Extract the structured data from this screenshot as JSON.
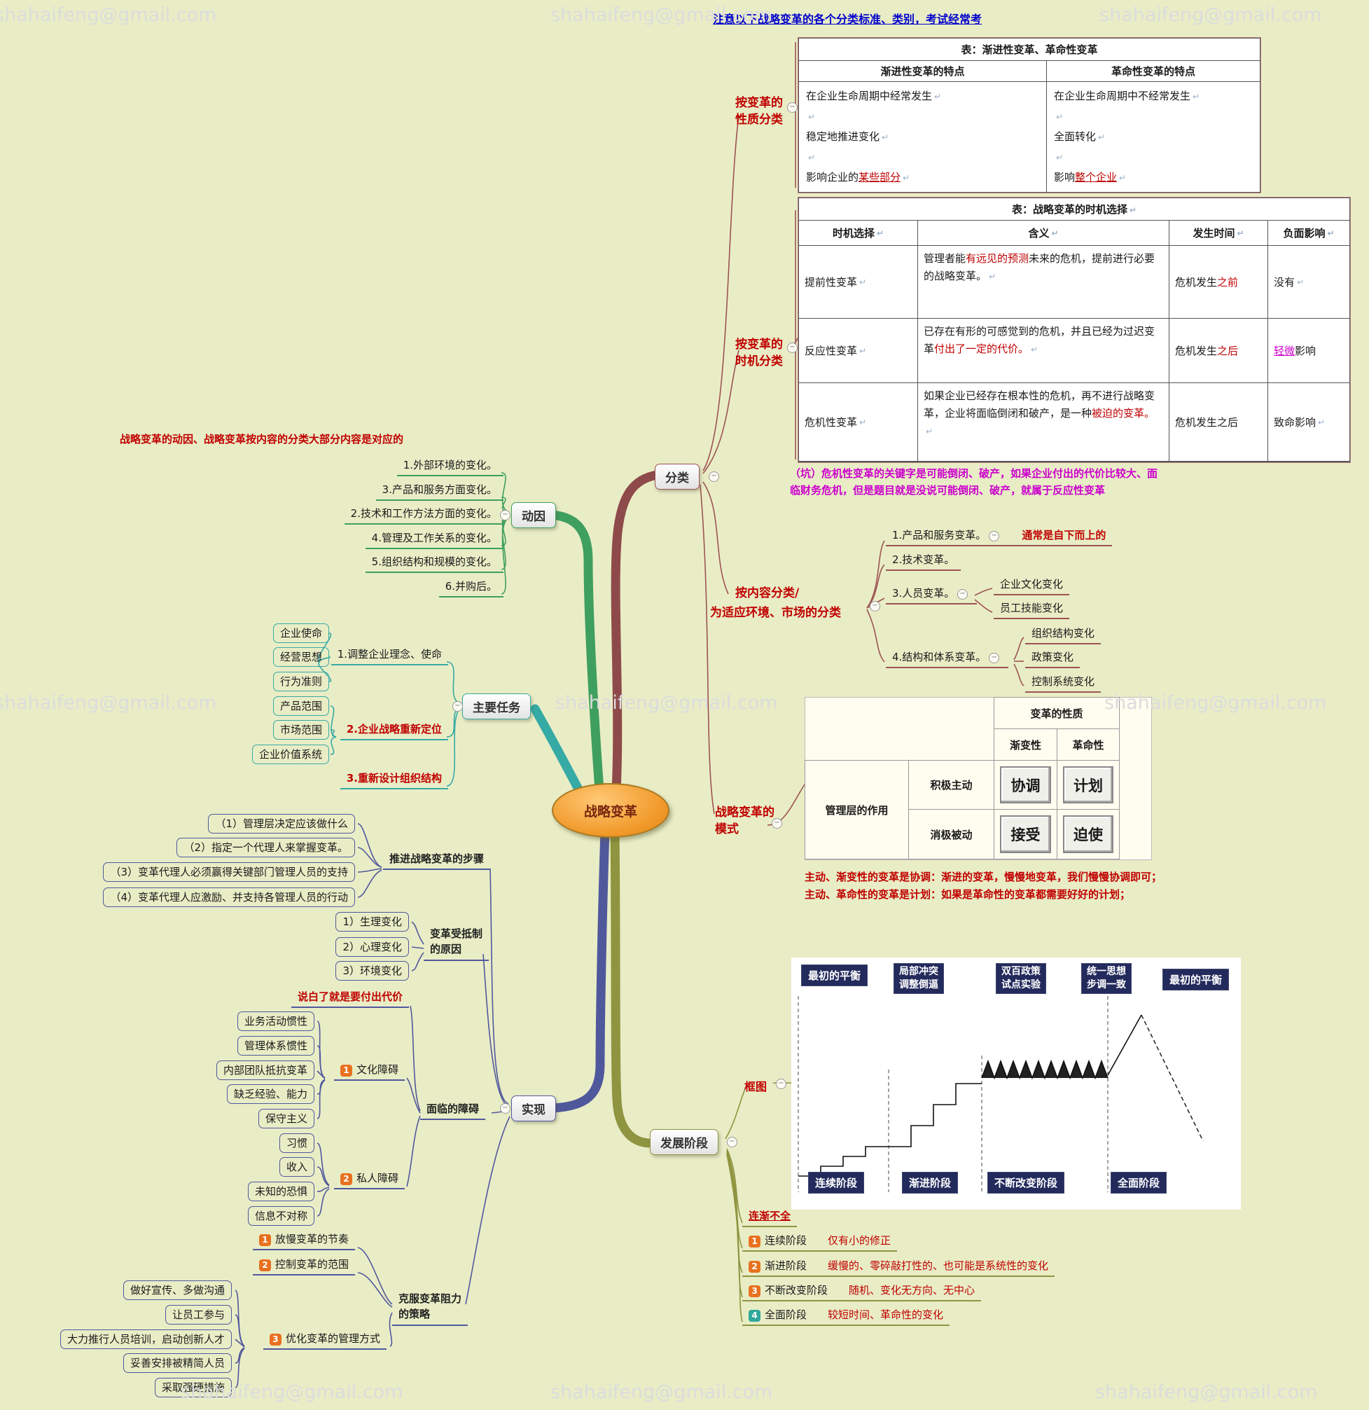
{
  "watermark": "shahaifeng@gmail.com",
  "icons": {
    "collapse": "−",
    "ret": "↵"
  },
  "colors": {
    "maroon": "#9d5353",
    "green": "#3f9f5e",
    "teal": "#36aaa5",
    "navy": "#50589c",
    "olive": "#8f9440",
    "red": "#c00000",
    "magenta": "#cc00cc",
    "blue": "#0000cc",
    "orange": "#f19a2b"
  },
  "top_note": "注意以下战略变革的各个分类标准、类别，考试经常考",
  "center": {
    "title": "战略变革"
  },
  "nodes": {
    "fenlei": "分类",
    "dongyin": "动因",
    "renwu": "主要任务",
    "shixian": "实现",
    "fazhan": "发展阶段"
  },
  "fenlei": {
    "xingzhi": {
      "l1": "按变革的",
      "l2": "性质分类"
    },
    "t1": {
      "title": "表：渐进性变革、革命性变革",
      "h1": "渐进性变革的特点",
      "h2": "革命性变革的特点",
      "left": {
        "r1": "在企业生命周期中经常发生",
        "r2": "稳定地推进变化",
        "r3pre": "影响企业的",
        "r3red": "某些部分"
      },
      "right": {
        "r1": "在企业生命周期中不经常发生",
        "r2": "全面转化",
        "r3pre": "影响",
        "r3red": "整个企业"
      }
    },
    "shiji": {
      "l1": "按变革的",
      "l2": "时机分类"
    },
    "t2": {
      "title": "表：战略变革的时机选择",
      "h": [
        "时机选择",
        "含义",
        "发生时间",
        "负面影响"
      ],
      "rows": [
        {
          "name": "提前性变革",
          "m1": "管理者能",
          "mred": "有远见的预测",
          "m2": "未来的危机，提前进行必要的战略变革。",
          "t1": "危机发生",
          "tred": "之前",
          "ired": "",
          "i1": "没有"
        },
        {
          "name": "反应性变革",
          "m1": "已存在有形的可感觉到的危机，并且已经为过迟变革",
          "mred": "付出了一定的代价。",
          "m2": "",
          "t1": "危机发生",
          "tred": "之后",
          "ired": "轻微",
          "i1": "影响"
        },
        {
          "name": "危机性变革",
          "m1": "如果企业已经存在根本性的危机，再不进行战略变革，企业将面临倒闭和破产，是一种",
          "mred": "被迫的变革。",
          "m2": "",
          "t1": "危机发生之后",
          "tred": "",
          "ired": "",
          "i1": "致命影响"
        }
      ]
    },
    "keng": "（坑）危机性变革的关键字是可能倒闭、破产，如果企业付出的代价比较大、面临财务危机，但是题目就是没说可能倒闭、破产，就属于反应性变革",
    "neirong": {
      "l1": "按内容分类/",
      "l2": "为适应环境、市场的分类",
      "i1": "1.产品和服务变革。",
      "i1note": "通常是自下而上的",
      "i2": "2.技术变革。",
      "i3": "3.人员变革。",
      "i3subs": [
        "企业文化变化",
        "员工技能变化"
      ],
      "i4": "4.结构和体系变革。",
      "i4subs": [
        "组织结构变化",
        "政策变化",
        "控制系统变化"
      ]
    },
    "moshi": {
      "l1": "战略变革的",
      "l2": "模式",
      "m": {
        "top": "变革的性质",
        "c1": "渐变性",
        "c2": "革命性",
        "rh": "管理层的作用",
        "r1": "积极主动",
        "r1c1": "协调",
        "r1c2": "计划",
        "r2": "消极被动",
        "r2c1": "接受",
        "r2c2": "迫使"
      },
      "note1": "主动、渐变性的变革是协调：渐进的变革，慢慢地变革，我们慢慢协调即可；",
      "note2": "主动、革命性的变革是计划：如果是革命性的变革都需要好好的计划；"
    }
  },
  "dongyin": {
    "note": "战略变革的动因、战略变革按内容的分类大部分内容是对应的",
    "items": [
      "1.外部环境的变化。",
      "3.产品和服务方面变化。",
      "2.技术和工作方法方面的变化。",
      "4.管理及工作关系的变化。",
      "5.组织结构和规模的变化。",
      "6.并购后。"
    ]
  },
  "renwu": {
    "g1label": "1.调整企业理念、使命",
    "g1": [
      "企业使命",
      "经营思想",
      "行为准则"
    ],
    "g2label": "2.企业战略重新定位",
    "g2": [
      "产品范围",
      "市场范围",
      "企业价值系统"
    ],
    "g3label": "3.重新设计组织结构"
  },
  "shixian": {
    "steps_label": "推进战略变革的步骤",
    "steps": [
      "（1）管理层决定应该做什么",
      "（2）指定一个代理人来掌握变革。",
      "（3）变革代理人必须赢得关键部门管理人员的支持",
      "（4）变革代理人应激励、并支持各管理人员的行动"
    ],
    "dizhi": {
      "l1": "变革受抵制",
      "l2": "的原因",
      "items": [
        "1）生理变化",
        "2）心理变化",
        "3）环境变化"
      ]
    },
    "zhangai": {
      "label": "面临的障碍",
      "note": "说白了就是要付出代价",
      "b1n": "1",
      "b1": "文化障碍",
      "wenhua": [
        "业务活动惯性",
        "管理体系惯性",
        "内部团队抵抗变革",
        "缺乏经验、能力",
        "保守主义"
      ],
      "b2n": "2",
      "b2": "私人障碍",
      "siren": [
        "习惯",
        "收入",
        "未知的恐惧",
        "信息不对称"
      ]
    },
    "kefu": {
      "l1": "克服变革阻力",
      "l2": "的策略",
      "k1n": "1",
      "k1": "放慢变革的节奏",
      "k2n": "2",
      "k2": "控制变革的范围",
      "k3n": "3",
      "k3": "优化变革的管理方式",
      "k3items": [
        "做好宣传、多做沟通",
        "让员工参与",
        "大力推行人员培训，启动创新人才",
        "妥善安排被精简人员",
        "采取强硬措施"
      ]
    }
  },
  "fazhan": {
    "kuangtu": "框图",
    "diagram": {
      "t1": "最初的平衡",
      "t2a": "局部冲突",
      "t2b": "调整倒逼",
      "t3a": "双百政策",
      "t3b": "试点实验",
      "t4a": "统一思想",
      "t4b": "步调一致",
      "t5": "最初的平衡",
      "b1": "连续阶段",
      "b2": "渐进阶段",
      "b3": "不断改变阶段",
      "b4": "全面阶段"
    },
    "head": "连渐不全",
    "notes": [
      {
        "n": "1",
        "label": "连续阶段",
        "desc": "仅有小的修正"
      },
      {
        "n": "2",
        "label": "渐进阶段",
        "desc": "缓慢的、零碎敲打性的、也可能是系统性的变化"
      },
      {
        "n": "3",
        "label": "不断改变阶段",
        "desc": "随机、变化无方向、无中心"
      },
      {
        "n": "4",
        "label": "全面阶段",
        "desc": "较短时间、革命性的变化"
      }
    ]
  }
}
